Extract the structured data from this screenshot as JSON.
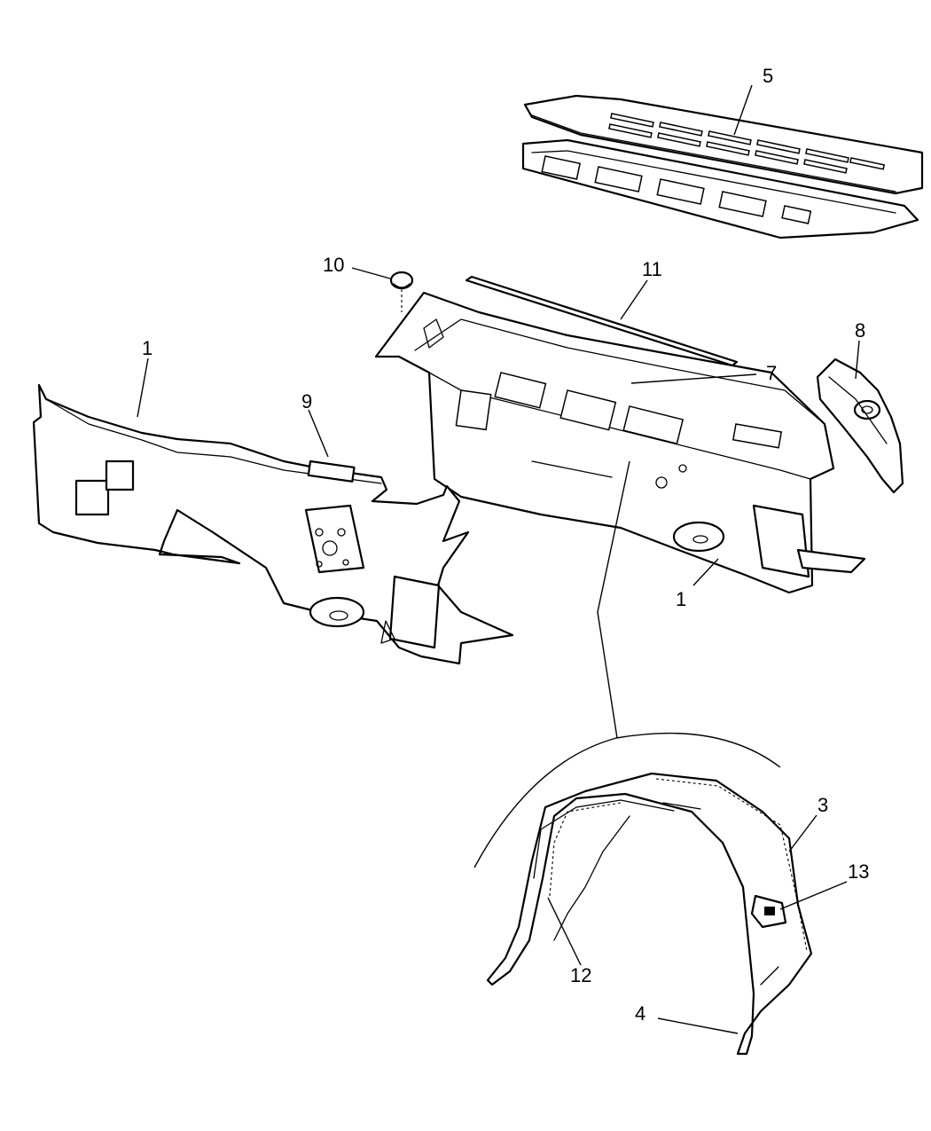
{
  "callouts": {
    "c1a": "1",
    "c1b": "1",
    "c3": "3",
    "c4": "4",
    "c5": "5",
    "c7": "7",
    "c8": "8",
    "c9": "9",
    "c10": "10",
    "c11": "11",
    "c12": "12",
    "c13": "13"
  }
}
